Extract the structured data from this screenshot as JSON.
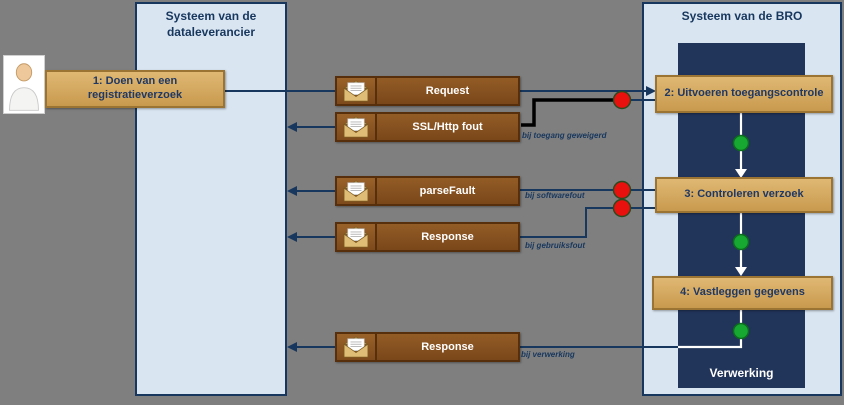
{
  "lanes": {
    "left": {
      "title": "Systeem van de dataleverancier"
    },
    "right": {
      "title": "Systeem van de BRO"
    }
  },
  "actor": {
    "icon": "person-icon"
  },
  "steps": {
    "step1": "1: Doen van een registratieverzoek",
    "step2": "2: Uitvoeren toegangscontrole",
    "step3": "3: Controleren verzoek",
    "step4": "4: Vastleggen gegevens",
    "processing": "Verwerking"
  },
  "messages": [
    {
      "label": "Request",
      "icon": "envelope-icon",
      "condition": ""
    },
    {
      "label": "SSL/Http fout",
      "icon": "envelope-icon",
      "condition": "bij toegang geweigerd"
    },
    {
      "label": "parseFault",
      "icon": "envelope-icon",
      "condition": "bij softwarefout"
    },
    {
      "label": "Response",
      "icon": "envelope-icon",
      "condition": "bij gebruiksfout"
    },
    {
      "label": "Response",
      "icon": "envelope-icon",
      "condition": "bij verwerking"
    }
  ],
  "markers": {
    "error_dots": 3,
    "progress_dots": 3
  },
  "colors": {
    "background_gray": "#7f7f7f",
    "lane_blue": "#d9e5f1",
    "lane_border_navy": "#17375e",
    "process_track_navy": "#21345a",
    "step_tan": "#d2a85f",
    "message_brown": "#84501f",
    "error_red": "#e8110d",
    "ok_green": "#17a832",
    "flow_white": "#ffffff",
    "error_line_black": "#000000"
  }
}
